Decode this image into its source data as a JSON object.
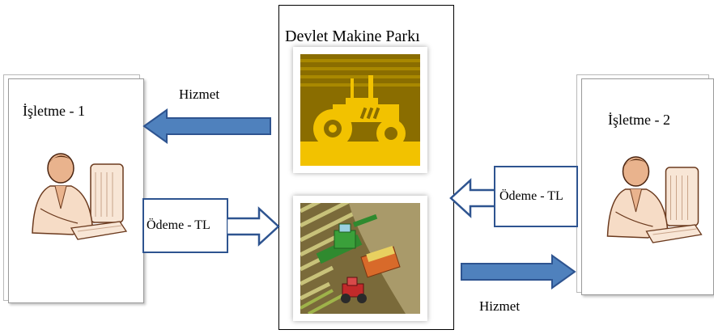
{
  "center": {
    "title": "Devlet Makine Parkı"
  },
  "left": {
    "title": "İşletme - 1"
  },
  "right": {
    "title": "İşletme - 2"
  },
  "arrows": {
    "top_left_label": "Hizmet",
    "bottom_left_label": "Ödeme - TL",
    "top_right_label": "Ödeme - TL",
    "bottom_right_label": "Hizmet"
  },
  "icons": {
    "tractor": "tractor-icon",
    "harvester": "harvester-icon",
    "person_left": "person-computer-icon",
    "person_right": "person-computer-icon"
  },
  "colors": {
    "arrow_fill": "#4f81bd",
    "arrow_border": "#2e5490",
    "tractor_bg": "#8a6d00",
    "tractor_yellow": "#f2c200"
  }
}
